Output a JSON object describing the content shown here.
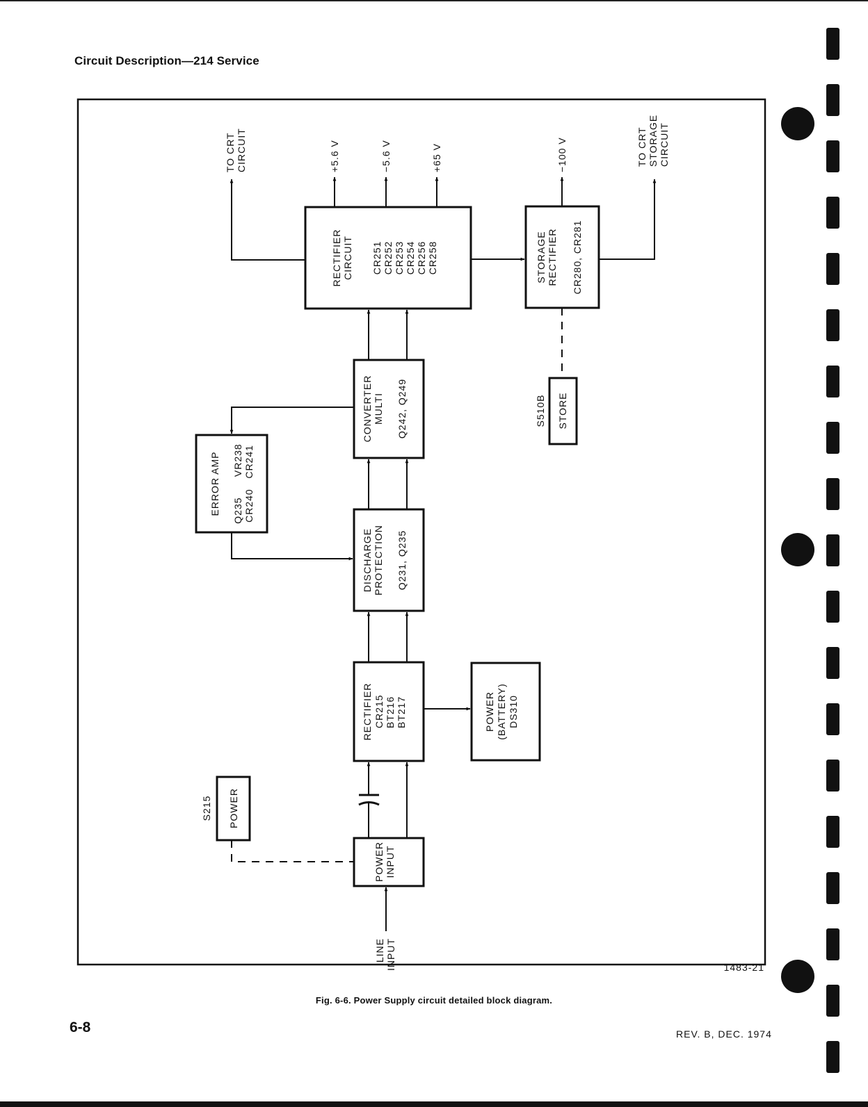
{
  "page": {
    "header": "Circuit Description—214 Service",
    "caption": "Fig. 6-6. Power Supply circuit detailed block diagram.",
    "page_number": "6-8",
    "revision": "REV. B, DEC. 1974",
    "figure_id": "1483-21"
  },
  "blocks": {
    "power_input": [
      "POWER",
      "INPUT"
    ],
    "rectifier": [
      "RECTIFIER",
      "CR215",
      "BT216",
      "BT217"
    ],
    "power_battery": [
      "POWER",
      "(BATTERY)",
      "DS310"
    ],
    "discharge": [
      "DISCHARGE",
      "PROTECTION",
      "Q231, Q235"
    ],
    "error_amp": [
      "ERROR AMP",
      "Q235      VR238",
      "CR240   CR241"
    ],
    "converter": [
      "CONVERTER",
      "MULTI",
      "Q242, Q249"
    ],
    "rectifier_circuit": [
      "RECTIFIER",
      "CIRCUIT",
      "CR251",
      "CR252",
      "CR253",
      "CR254",
      "CR256",
      "CR258"
    ],
    "storage_rectifier": [
      "STORAGE",
      "RECTIFIER",
      "CR280, CR281"
    ],
    "store": [
      "STORE"
    ],
    "power_switch": [
      "POWER"
    ]
  },
  "labels": {
    "line_input": [
      "LINE",
      "INPUT"
    ],
    "s215": "S215",
    "s510b": "S510B",
    "to_crt": [
      "TO CRT",
      "CIRCUIT"
    ],
    "plus_5_6": "+5.6 V",
    "minus_5_6": "−5.6 V",
    "plus_65": "+65 V",
    "minus_100": "−100 V",
    "to_crt_storage": [
      "TO CRT",
      "STORAGE",
      "CIRCUIT"
    ]
  }
}
